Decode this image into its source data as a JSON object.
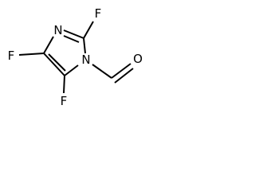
{
  "structure": {
    "atoms": {
      "n3": "N",
      "n1": "N",
      "f2": "F",
      "f4": "F",
      "f5": "F",
      "o": "O"
    },
    "colors": {
      "bond": "#000000",
      "label": "#000000",
      "background": "#ffffff"
    }
  }
}
